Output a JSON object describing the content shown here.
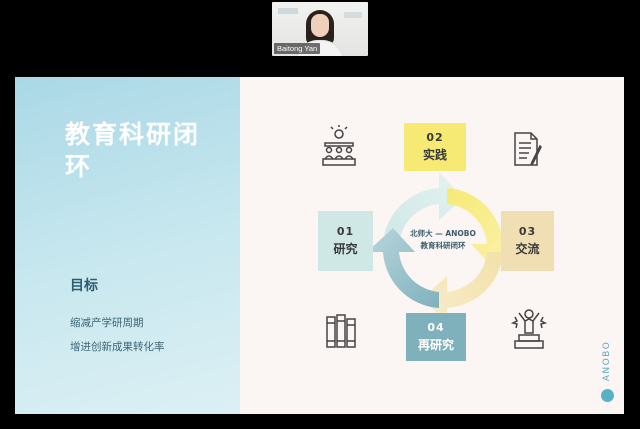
{
  "participant": {
    "name": "Baitong Yan"
  },
  "slide": {
    "title": "教育科研闭环",
    "goal_heading": "目标",
    "goals": [
      "缩减产学研周期",
      "增进创新成果转化率"
    ],
    "center_label": [
      "北师大 — ANOBO",
      "教育科研闭环"
    ],
    "steps": [
      {
        "num": "01",
        "label": "研究"
      },
      {
        "num": "02",
        "label": "实践"
      },
      {
        "num": "03",
        "label": "交流"
      },
      {
        "num": "04",
        "label": "再研究"
      }
    ],
    "brand": "ANOBO",
    "colors": {
      "left_panel": "#c7e7ef",
      "step_01": "#cfe8e6",
      "step_02": "#f6ea74",
      "step_03": "#f1dfb4",
      "step_04": "#7fb1bd"
    },
    "icons": [
      "teacher-lecture-icon",
      "document-pen-icon",
      "books-icon",
      "trophy-winner-icon"
    ]
  }
}
